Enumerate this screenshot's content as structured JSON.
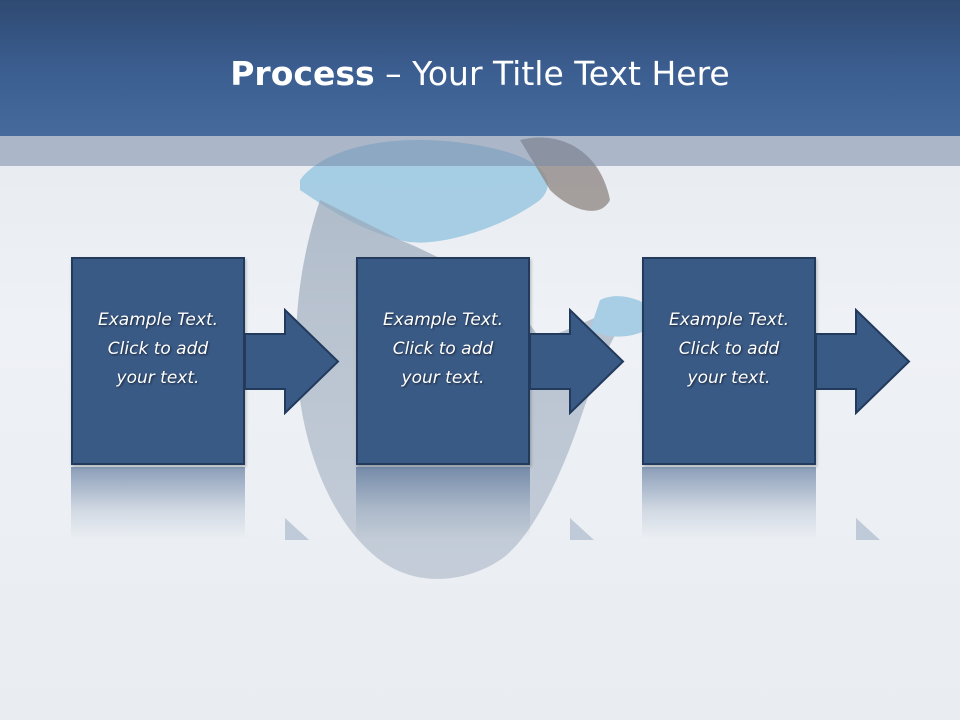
{
  "slide": {
    "title_bold": "Process",
    "title_rest": " – Your Title Text Here"
  },
  "steps": [
    {
      "text": "Example Text.\nClick  to add\nyour text."
    },
    {
      "text": "Example Text.\nClick  to add\nyour text."
    },
    {
      "text": "Example Text.\nClick  to add\nyour text."
    }
  ],
  "colors": {
    "header": "#3c5f92",
    "box_fill": "#3a5a86",
    "box_border": "#223a5c"
  }
}
